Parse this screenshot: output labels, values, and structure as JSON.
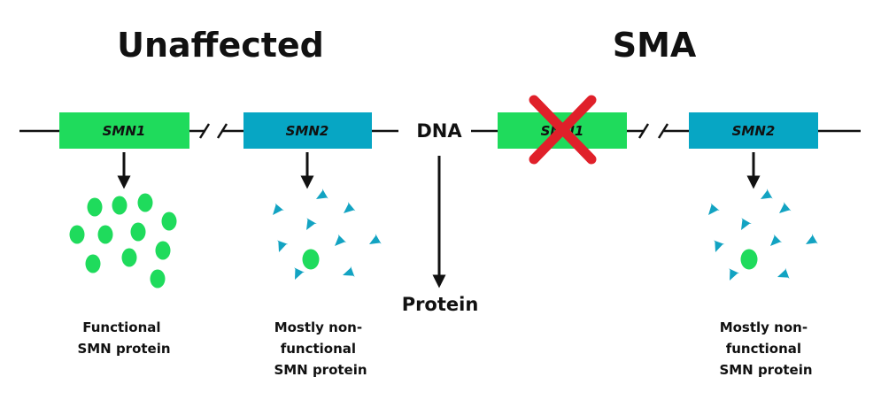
{
  "titles": {
    "unaffected": "Unaffected",
    "sma": "SMA"
  },
  "genes": {
    "smn1": "SMN1",
    "smn2": "SMN2"
  },
  "labels": {
    "dna": "DNA",
    "protein": "Protein"
  },
  "captions": {
    "functional": [
      "Functional",
      "SMN protein"
    ],
    "nonfunctional": [
      "Mostly non-",
      "functional",
      "SMN protein"
    ]
  },
  "colors": {
    "functional_green": "#1fdb5c",
    "smn2_blue": "#07a6c4",
    "protein_blue": "#12a3c2",
    "cross_red": "#e0202a",
    "line": "#111111"
  },
  "icons": {
    "deletion_mark": "red-x-icon",
    "truncated_protein": "pacman-shape"
  }
}
